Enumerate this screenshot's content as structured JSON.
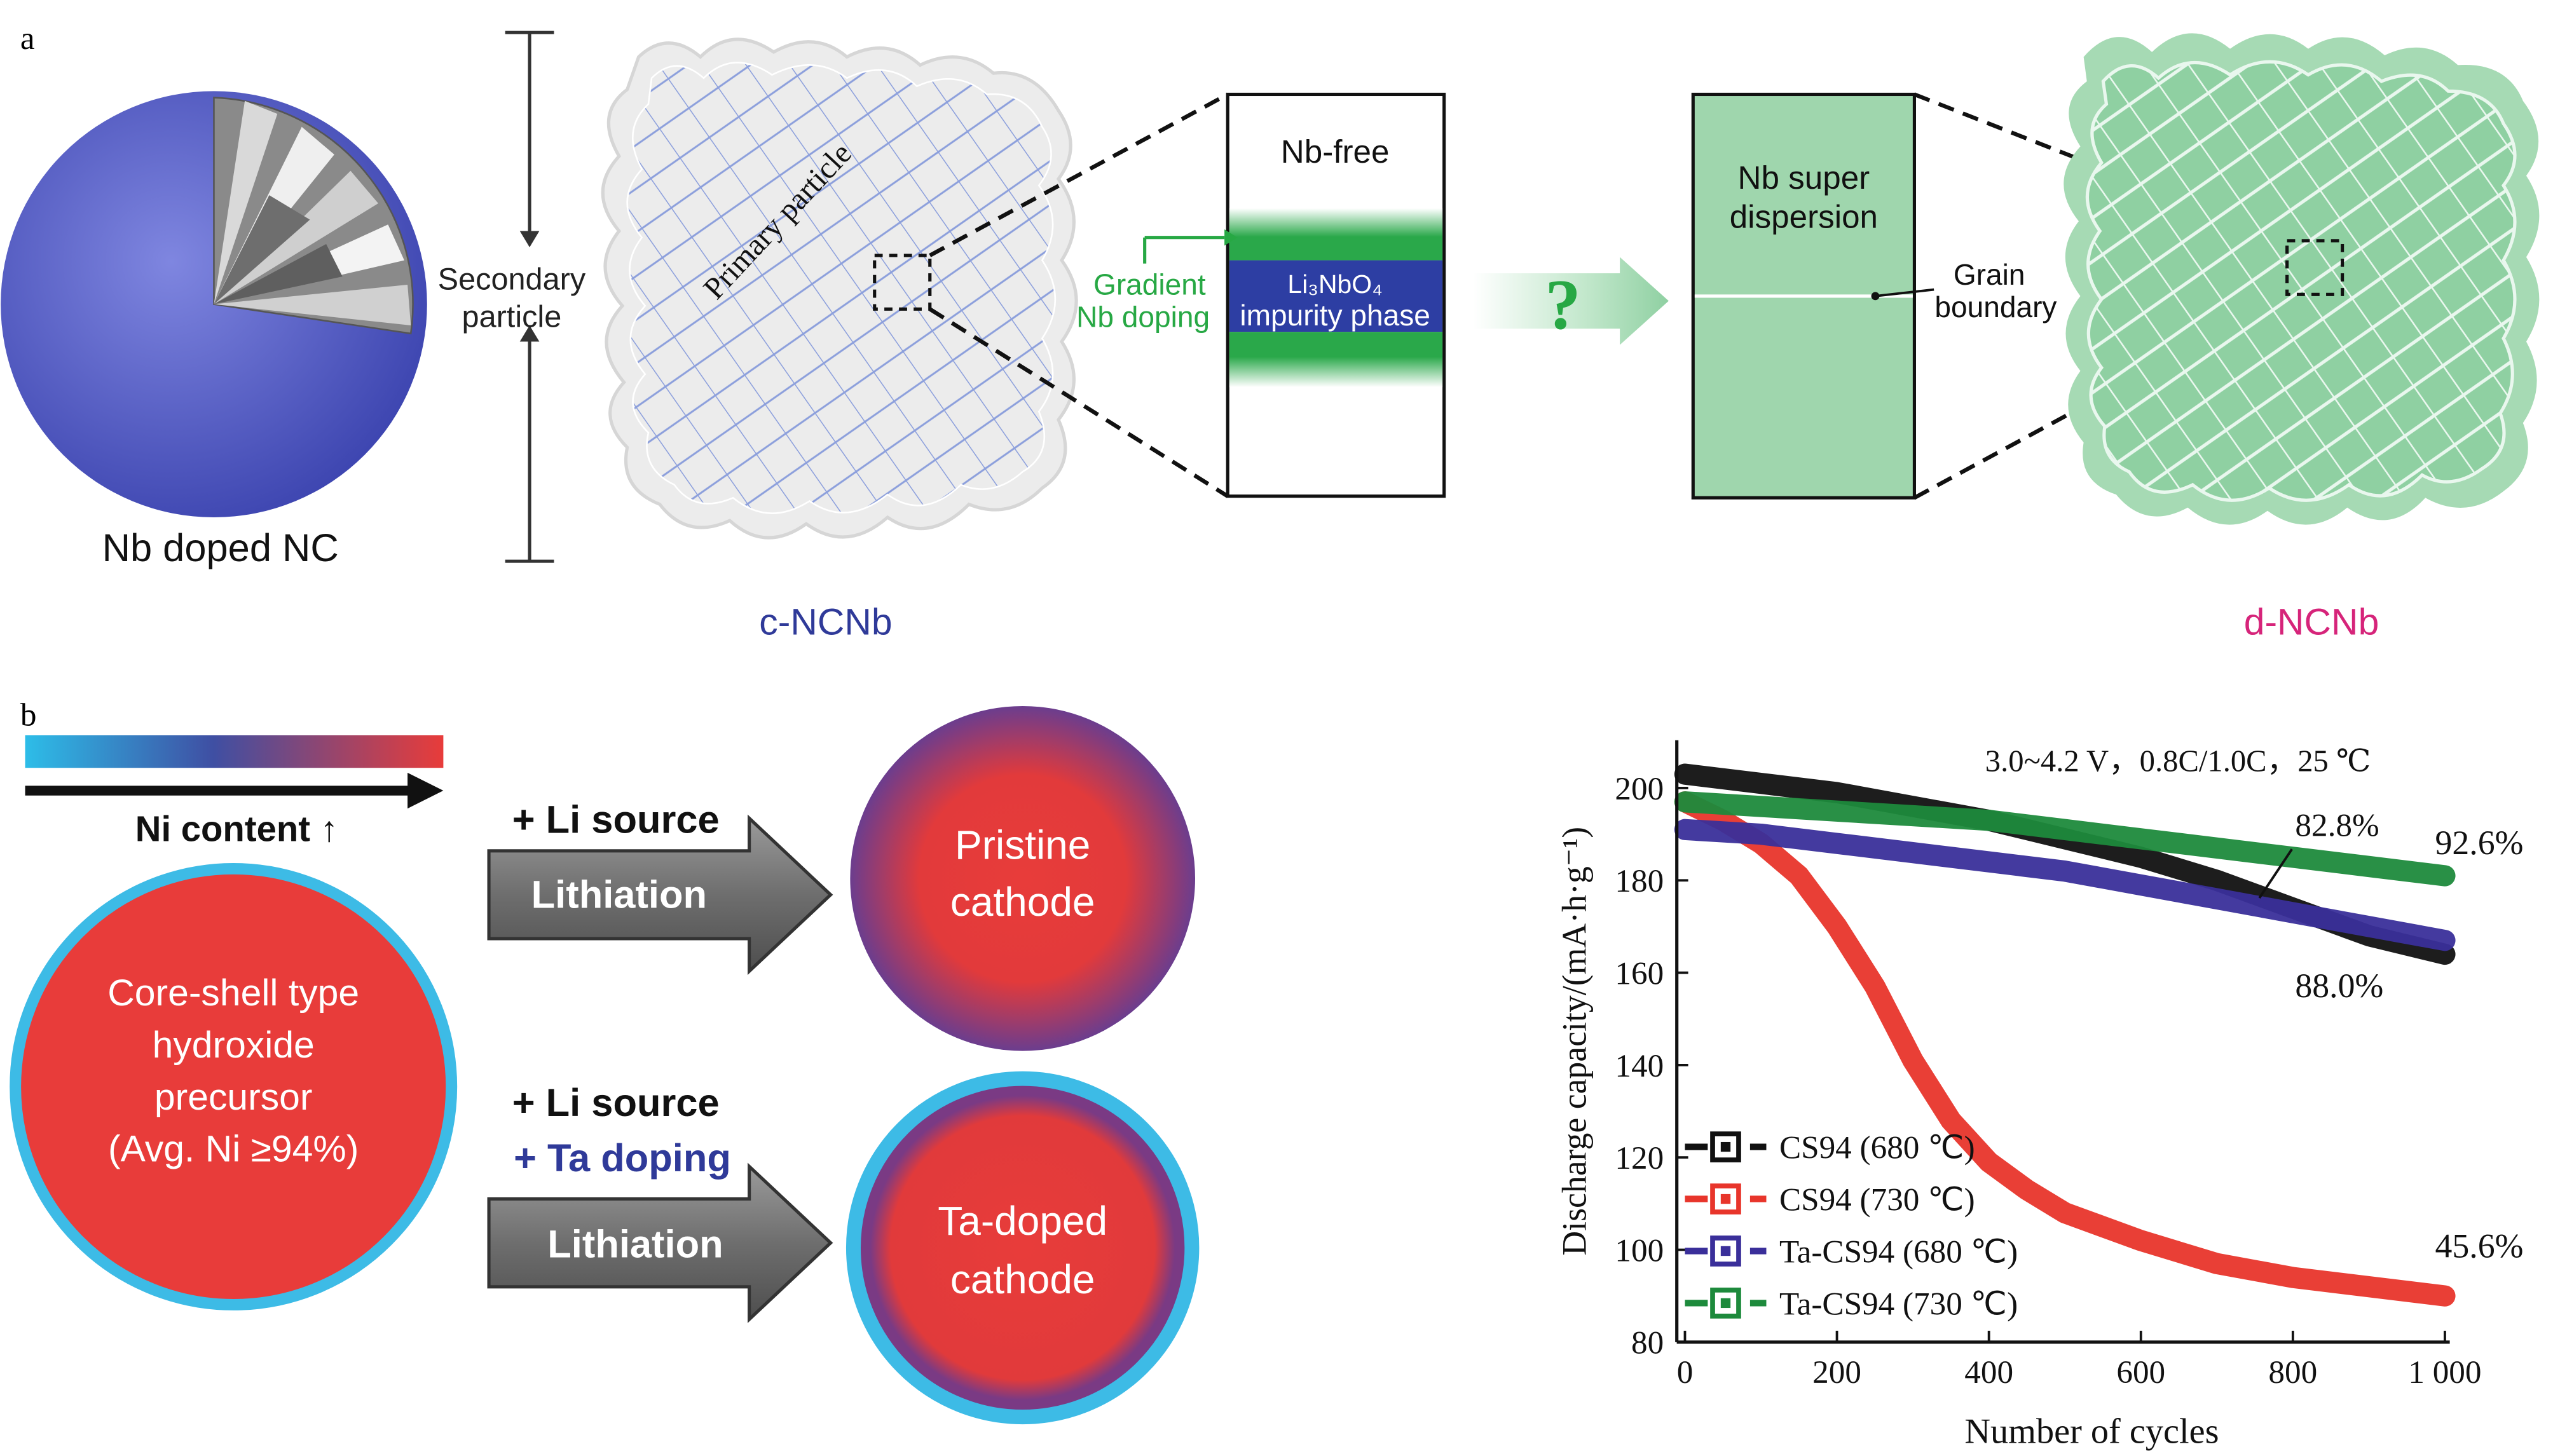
{
  "panel_a": {
    "label": "a",
    "sphere_caption": "Nb doped NC",
    "secondary_particle": [
      "Secondary",
      "particle"
    ],
    "primary_particle": "Primary particle",
    "c_ncnb": "c-NCNb",
    "nb_free": "Nb-free",
    "gradient": [
      "Gradient",
      "Nb doping"
    ],
    "impurity": [
      "Li₃NbO₄",
      "impurity phase"
    ],
    "question": "?",
    "nb_super": [
      "Nb super",
      "dispersion"
    ],
    "grain": [
      "Grain",
      "boundary"
    ],
    "d_ncnb": "d-NCNb",
    "colors": {
      "blue": "#2f3a99",
      "pink": "#d6247a",
      "green": "#27a844",
      "light_green": "#9fd6ad"
    }
  },
  "panel_b": {
    "label": "b",
    "ni_content": "Ni content ↑",
    "precursor": [
      "Core-shell type",
      "hydroxide",
      "precursor",
      "(Avg. Ni ≥94%)"
    ],
    "arrow1_top": "+ Li source",
    "arrow1_label": "Lithiation",
    "pristine": [
      "Pristine",
      "cathode"
    ],
    "arrow2_top": "+ Li source",
    "arrow2_top2": "+ Ta doping",
    "arrow2_label": "Lithiation",
    "ta_doped": [
      "Ta-doped",
      "cathode"
    ]
  },
  "chart_data": {
    "type": "scatter",
    "annotation": "3.0~4.2 V，0.8C/1.0C，25 ℃",
    "xlabel": "Number of cycles",
    "ylabel": "Discharge capacity/(mA·h·g⁻¹)",
    "xlim": [
      0,
      1000
    ],
    "ylim": [
      80,
      210
    ],
    "xticks": [
      "0",
      "200",
      "400",
      "600",
      "800",
      "1 000"
    ],
    "yticks": [
      "80",
      "100",
      "120",
      "140",
      "160",
      "180",
      "200"
    ],
    "series": [
      {
        "name": "CS94 (680 ℃)",
        "color": "#111111",
        "x": [
          0,
          50,
          100,
          200,
          300,
          400,
          500,
          600,
          700,
          800,
          900,
          1000
        ],
        "y": [
          203,
          202,
          201,
          199,
          196,
          193,
          189,
          185,
          180,
          174,
          168,
          164
        ]
      },
      {
        "name": "CS94 (730 ℃)",
        "color": "#e8352b",
        "x": [
          0,
          50,
          100,
          150,
          200,
          250,
          300,
          350,
          400,
          450,
          500,
          600,
          700,
          800,
          900,
          1000
        ],
        "y": [
          197,
          193,
          188,
          181,
          170,
          157,
          141,
          128,
          119,
          113,
          108,
          102,
          97,
          94,
          92,
          90
        ]
      },
      {
        "name": "Ta-CS94 (680 ℃)",
        "color": "#3a2f9a",
        "x": [
          0,
          100,
          200,
          300,
          400,
          500,
          600,
          700,
          800,
          900,
          1000
        ],
        "y": [
          191,
          190,
          188,
          186,
          184,
          182,
          179,
          176,
          173,
          170,
          167
        ]
      },
      {
        "name": "Ta-CS94 (730 ℃)",
        "color": "#1d8a3c",
        "x": [
          0,
          100,
          200,
          300,
          400,
          500,
          600,
          700,
          800,
          900,
          1000
        ],
        "y": [
          197,
          196,
          195,
          194,
          193,
          191,
          189,
          187,
          185,
          183,
          181
        ]
      }
    ],
    "labels": [
      "82.8%",
      "92.6%",
      "88.0%",
      "45.6%"
    ]
  }
}
